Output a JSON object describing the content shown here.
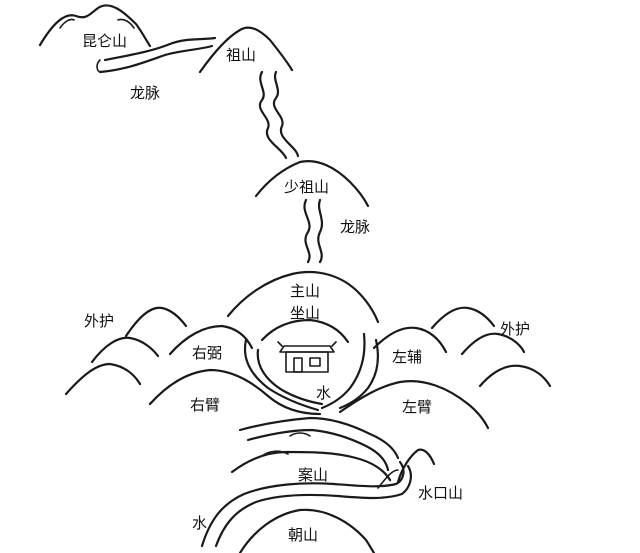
{
  "labels": {
    "kunlun": "昆仑山",
    "zushan": "祖山",
    "longmai_top": "龙脉",
    "shaozushan": "少祖山",
    "longmai_mid": "龙脉",
    "zhushan": "主山",
    "zuoshan": "坐山",
    "waihu_left": "外护",
    "waihu_right": "外护",
    "youbi_weak": "右弼",
    "zuofu": "左辅",
    "youbi_arm": "右臂",
    "zuobi": "左臂",
    "shui_center": "水",
    "anshan": "案山",
    "shuikoushan": "水口山",
    "shui_left": "水",
    "chaoshan": "朝山"
  },
  "colors": {
    "ink": "#1a1a1a",
    "paper": "#ffffff"
  }
}
